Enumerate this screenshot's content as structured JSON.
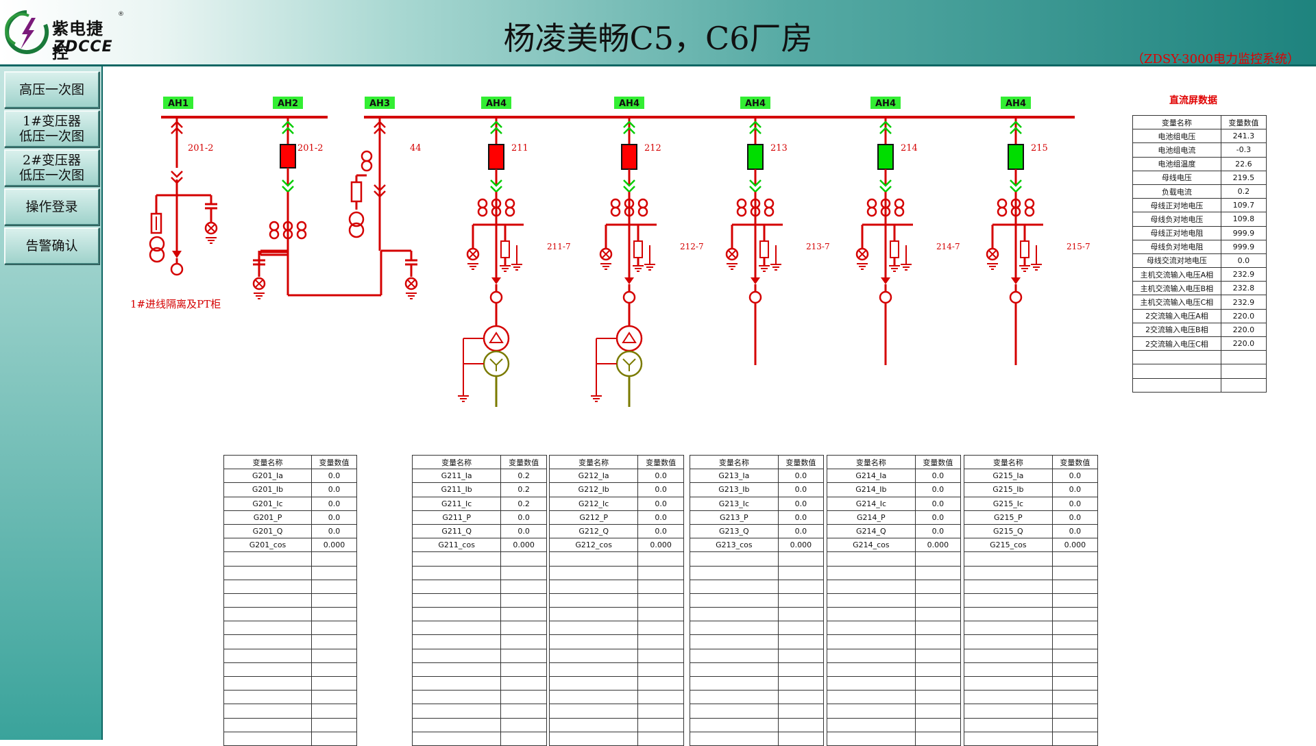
{
  "header": {
    "logo": {
      "cn": "紫电捷控",
      "en": "ZDCCE",
      "reg": "®"
    },
    "title": "杨凌美畅C5，C6厂房",
    "subtitle": "（ZDSY-3000电力监控系统）"
  },
  "sidebar": {
    "buttons": [
      "高压一次图",
      "1#变压器低压一次图",
      "2#变压器低压一次图",
      "操作登录",
      "告警确认"
    ]
  },
  "colors": {
    "line": "#d40000",
    "closed": "#ff0000",
    "open": "#00dd00",
    "label_bg": "#33ee33",
    "transformer_secondary": "#7a7a00",
    "arrow_green": "#00cc00"
  },
  "diagram": {
    "cabinets": [
      {
        "tag": "AH1",
        "switch_label": "201-2",
        "switch_state": null,
        "ground_label": "",
        "caption": "1#进线隔离及PT柜"
      },
      {
        "tag": "AH2",
        "switch_label": "201-2",
        "switch_state": "closed",
        "ground_label": "",
        "caption": ""
      },
      {
        "tag": "AH3",
        "switch_label": "44",
        "switch_state": null,
        "ground_label": "",
        "caption": ""
      },
      {
        "tag": "AH4",
        "switch_label": "211",
        "switch_state": "closed",
        "ground_label": "211-7",
        "caption": ""
      },
      {
        "tag": "AH4",
        "switch_label": "212",
        "switch_state": "closed",
        "ground_label": "212-7",
        "caption": ""
      },
      {
        "tag": "AH4",
        "switch_label": "213",
        "switch_state": "open",
        "ground_label": "213-7",
        "caption": ""
      },
      {
        "tag": "AH4",
        "switch_label": "214",
        "switch_state": "open",
        "ground_label": "214-7",
        "caption": ""
      },
      {
        "tag": "AH4",
        "switch_label": "215",
        "switch_state": "open",
        "ground_label": "215-7",
        "caption": ""
      }
    ]
  },
  "feeder_tables": {
    "headers": [
      "变量名称",
      "变量数值"
    ],
    "tables": [
      {
        "id": "G201",
        "rows": [
          [
            "G201_Ia",
            "0.0"
          ],
          [
            "G201_Ib",
            "0.0"
          ],
          [
            "G201_Ic",
            "0.0"
          ],
          [
            "G201_P",
            "0.0"
          ],
          [
            "G201_Q",
            "0.0"
          ],
          [
            "G201_cos",
            "0.000"
          ]
        ]
      },
      {
        "id": "G211",
        "rows": [
          [
            "G211_Ia",
            "0.2"
          ],
          [
            "G211_Ib",
            "0.2"
          ],
          [
            "G211_Ic",
            "0.2"
          ],
          [
            "G211_P",
            "0.0"
          ],
          [
            "G211_Q",
            "0.0"
          ],
          [
            "G211_cos",
            "0.000"
          ]
        ]
      },
      {
        "id": "G212",
        "rows": [
          [
            "G212_Ia",
            "0.0"
          ],
          [
            "G212_Ib",
            "0.0"
          ],
          [
            "G212_Ic",
            "0.0"
          ],
          [
            "G212_P",
            "0.0"
          ],
          [
            "G212_Q",
            "0.0"
          ],
          [
            "G212_cos",
            "0.000"
          ]
        ]
      },
      {
        "id": "G213",
        "rows": [
          [
            "G213_Ia",
            "0.0"
          ],
          [
            "G213_Ib",
            "0.0"
          ],
          [
            "G213_Ic",
            "0.0"
          ],
          [
            "G213_P",
            "0.0"
          ],
          [
            "G213_Q",
            "0.0"
          ],
          [
            "G213_cos",
            "0.000"
          ]
        ]
      },
      {
        "id": "G214",
        "rows": [
          [
            "G214_Ia",
            "0.0"
          ],
          [
            "G214_Ib",
            "0.0"
          ],
          [
            "G214_Ic",
            "0.0"
          ],
          [
            "G214_P",
            "0.0"
          ],
          [
            "G214_Q",
            "0.0"
          ],
          [
            "G214_cos",
            "0.000"
          ]
        ]
      },
      {
        "id": "G215",
        "rows": [
          [
            "G215_Ia",
            "0.0"
          ],
          [
            "G215_Ib",
            "0.0"
          ],
          [
            "G215_Ic",
            "0.0"
          ],
          [
            "G215_P",
            "0.0"
          ],
          [
            "G215_Q",
            "0.0"
          ],
          [
            "G215_cos",
            "0.000"
          ]
        ]
      }
    ]
  },
  "dc_panel": {
    "title": "直流屏数据",
    "headers": [
      "变量名称",
      "变量数值"
    ],
    "rows": [
      [
        "电池组电压",
        "241.3"
      ],
      [
        "电池组电流",
        "-0.3"
      ],
      [
        "电池组温度",
        "22.6"
      ],
      [
        "母线电压",
        "219.5"
      ],
      [
        "负载电流",
        "0.2"
      ],
      [
        "母线正对地电压",
        "109.7"
      ],
      [
        "母线负对地电压",
        "109.8"
      ],
      [
        "母线正对地电阻",
        "999.9"
      ],
      [
        "母线负对地电阻",
        "999.9"
      ],
      [
        "母线交流对地电压",
        "0.0"
      ],
      [
        "主机交流输入电压A相",
        "232.9"
      ],
      [
        "主机交流输入电压B相",
        "232.8"
      ],
      [
        "主机交流输入电压C相",
        "232.9"
      ],
      [
        "2交流输入电压A相",
        "220.0"
      ],
      [
        "2交流输入电压B相",
        "220.0"
      ],
      [
        "2交流输入电压C相",
        "220.0"
      ]
    ]
  }
}
